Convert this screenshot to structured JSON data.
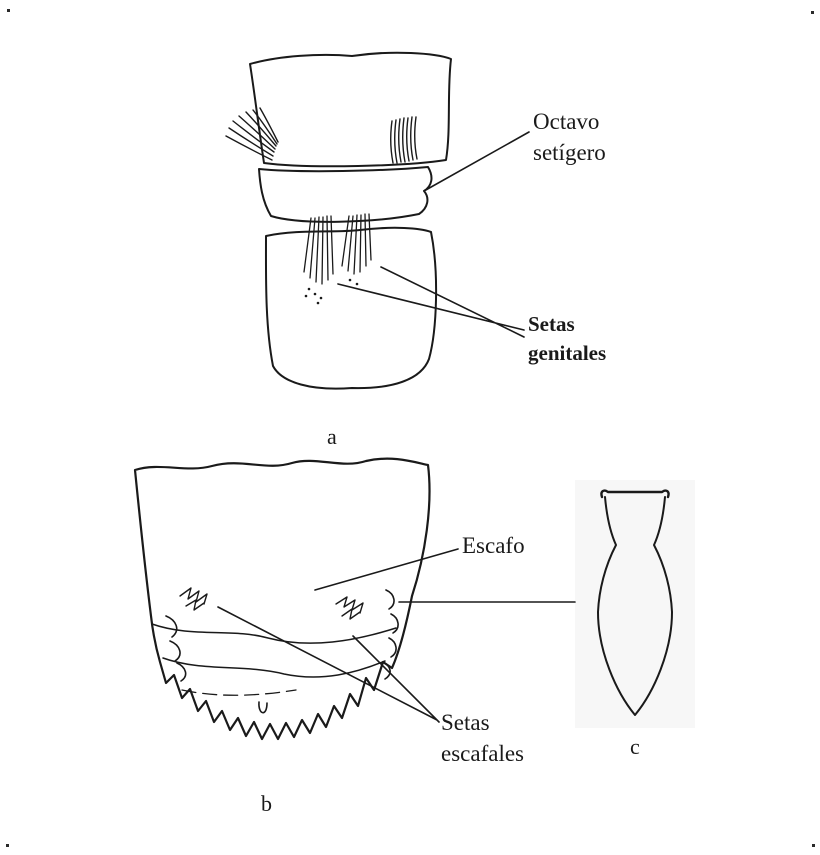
{
  "figure": {
    "type": "scientific-line-drawing",
    "panels": [
      {
        "id": "a",
        "letter": "a",
        "content": "abdominal segments with setae bundles"
      },
      {
        "id": "b",
        "letter": "b",
        "content": "scaphe with serrated margin and scaphal setae"
      },
      {
        "id": "c",
        "letter": "c",
        "content": "isolated seta outline (vase shape)"
      }
    ]
  },
  "labels": {
    "octavo_setigero": "Octavo\nsetígero",
    "setas_genitales": "Setas\ngenitales",
    "escafo": "Escafo",
    "setas_escafales": "Setas\nescafales",
    "panel_a": "a",
    "panel_b": "b",
    "panel_c": "c"
  },
  "colors": {
    "ink": "#1a1a1a",
    "background": "#ffffff",
    "panel_c_background": "#f7f7f7"
  }
}
